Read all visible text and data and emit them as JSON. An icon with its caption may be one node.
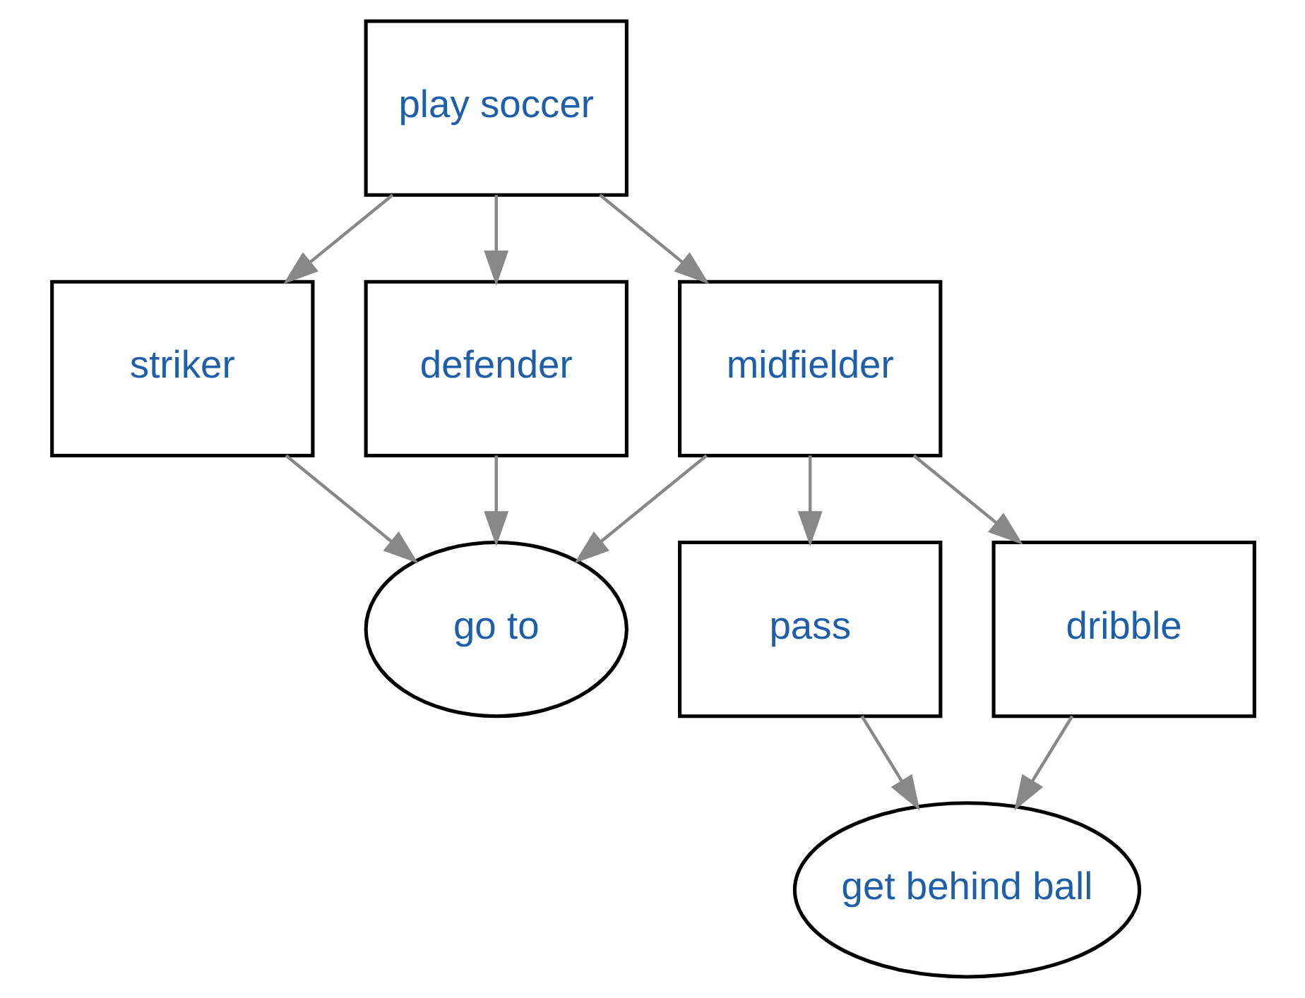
{
  "diagram": {
    "nodes": [
      {
        "text": [
          "play soccer"
        ]
      },
      {
        "text": [
          "striker"
        ]
      },
      {
        "text": [
          "defender"
        ]
      },
      {
        "text": [
          "midfielder"
        ]
      },
      {
        "text": [
          "go to"
        ]
      },
      {
        "text": [
          "pass"
        ]
      },
      {
        "text": [
          "dribble"
        ]
      },
      {
        "text": [
          "get behind ball"
        ]
      }
    ],
    "edges": [
      {
        "from": 0,
        "to": 1,
        "arrow": "to"
      },
      {
        "from": 0,
        "to": 2,
        "arrow": "to"
      },
      {
        "from": 0,
        "to": 3,
        "arrow": "to"
      },
      {
        "from": 1,
        "to": 4,
        "arrow": "to"
      },
      {
        "from": 2,
        "to": 4,
        "arrow": "to"
      },
      {
        "from": 3,
        "to": 4,
        "arrow": "to"
      },
      {
        "from": 3,
        "to": 5,
        "arrow": "to"
      },
      {
        "from": 3,
        "to": 6,
        "arrow": "to"
      },
      {
        "from": 5,
        "to": 7,
        "arrow": "to"
      },
      {
        "from": 6,
        "to": 7,
        "arrow": "to"
      }
    ]
  }
}
